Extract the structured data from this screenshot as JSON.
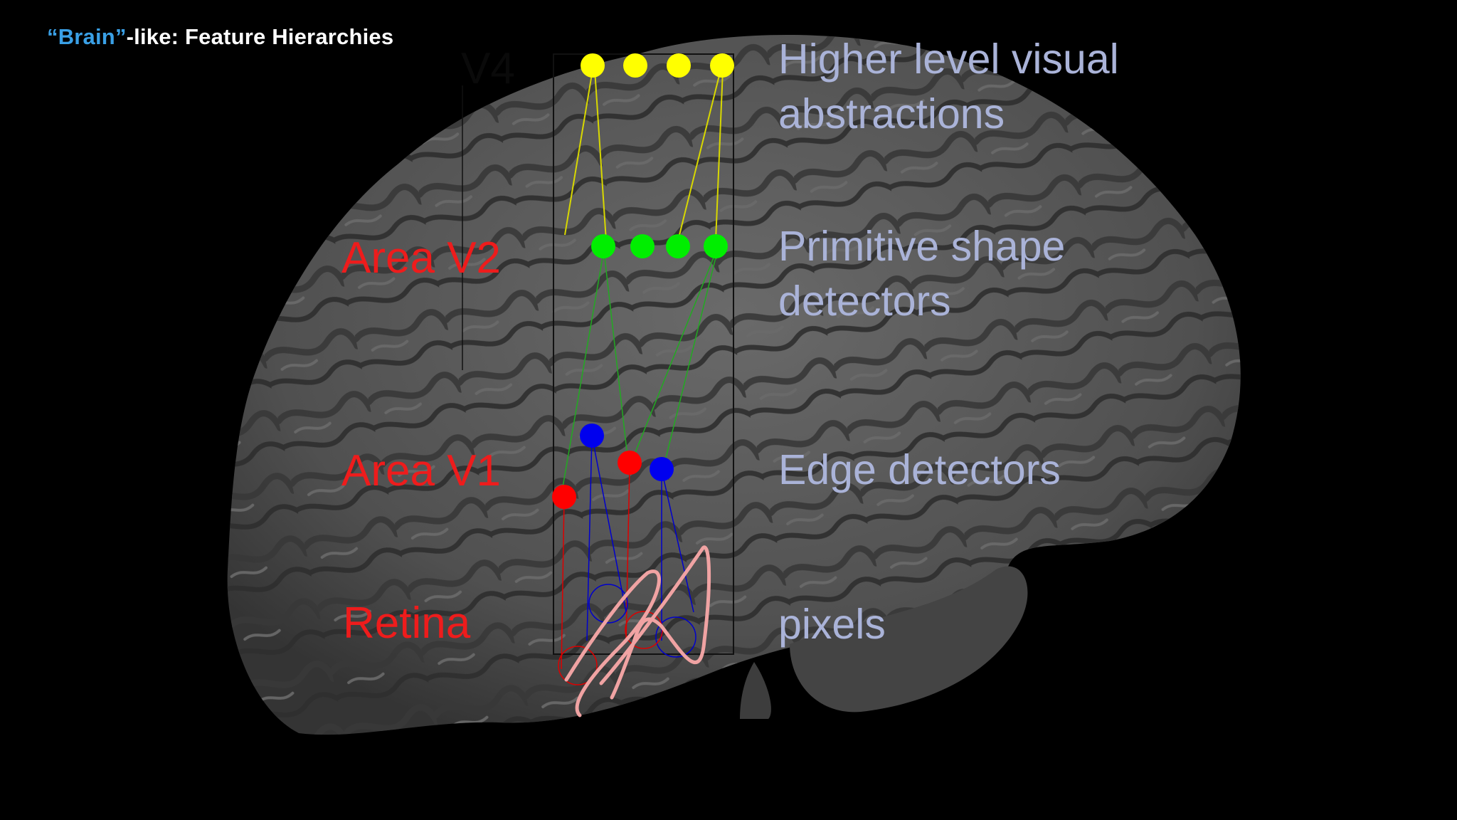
{
  "title": {
    "accent_part": "“Brain”",
    "rest_part": "-like: Feature Hierarchies",
    "accent_color": "#3aa0e6"
  },
  "layers": [
    {
      "area_label": "V4",
      "descriptions": [
        "Higher level visual",
        "abstractions"
      ],
      "node_color": "#ffff00"
    },
    {
      "area_label": "Area V2",
      "descriptions": [
        "Primitive shape",
        "detectors"
      ],
      "node_color": "#00ee00"
    },
    {
      "area_label": "Area V1",
      "descriptions": [
        "Edge detectors"
      ],
      "node_colors": [
        "#ff0000",
        "#0000ff"
      ]
    },
    {
      "area_label": "Retina",
      "descriptions": [
        "pixels"
      ]
    }
  ],
  "colors": {
    "area_label": "#ee1c1c",
    "description": "#aab3d8",
    "brain": "#555555",
    "scribble": "#f0a3a3"
  }
}
